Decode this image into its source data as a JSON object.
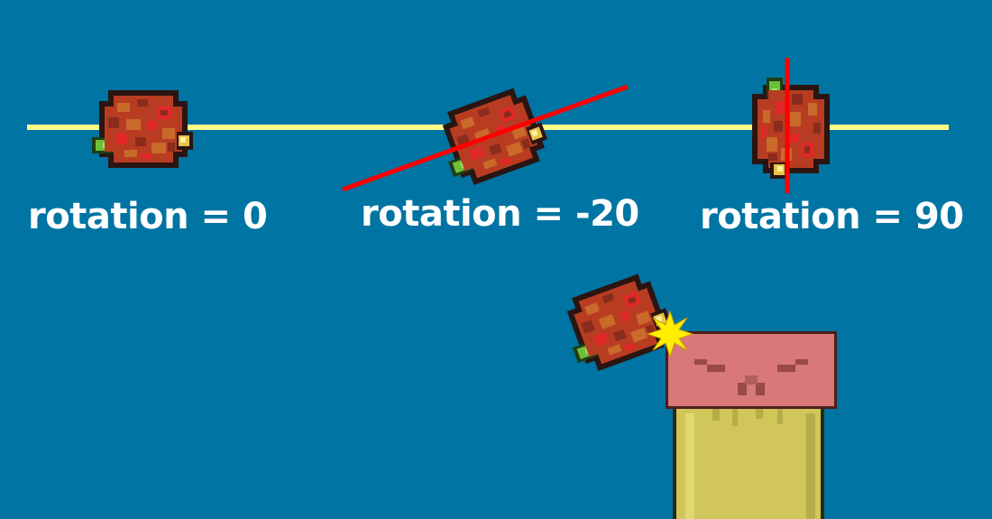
{
  "diagram": {
    "labels": [
      "rotation = 0",
      "rotation = -20",
      "rotation = 90"
    ],
    "rotations": [
      0,
      -20,
      90
    ],
    "colors": {
      "background": "#0074a2",
      "baseline": "#ffff88",
      "axis_line": "#ff0000",
      "impact_star": "#ffee00",
      "pipe_cap": "#d87878",
      "pipe_body": "#d0c65a"
    }
  }
}
